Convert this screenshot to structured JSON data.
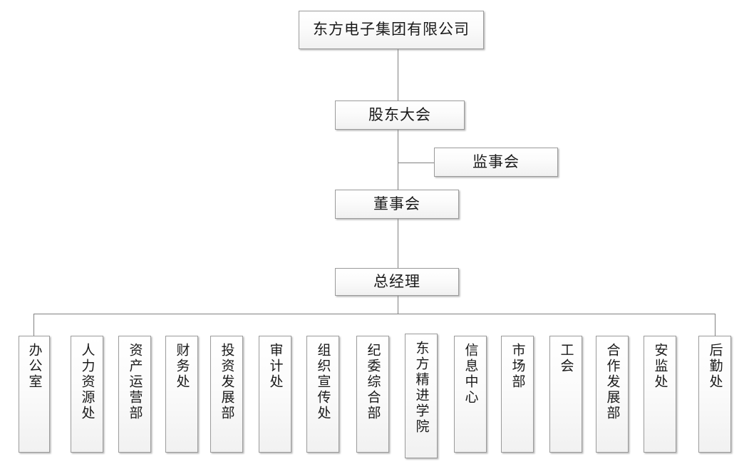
{
  "chart_data": {
    "type": "diagram",
    "title": "东方电子集团有限公司组织结构图",
    "orientation": "top-down",
    "levels": 5,
    "node_count": 20
  },
  "colors": {
    "box_border": "#9b9b9b",
    "box_fill_top": "#ffffff",
    "box_fill_bottom": "#f1f1f1",
    "connector": "#808080",
    "text": "#1a1a1a",
    "background": "#ffffff"
  },
  "company": {
    "label": "东方电子集团有限公司"
  },
  "governance": [
    {
      "label": "股东大会"
    },
    {
      "label": "监事会"
    },
    {
      "label": "董事会"
    }
  ],
  "management": {
    "label": "总经理"
  },
  "departments": [
    {
      "label": "办公室"
    },
    {
      "label": "人力资源处"
    },
    {
      "label": "资产运营部"
    },
    {
      "label": "财务处"
    },
    {
      "label": "投资发展部"
    },
    {
      "label": "审计处"
    },
    {
      "label": "组织宣传处"
    },
    {
      "label": "纪委综合部"
    },
    {
      "label": "东方精进学院"
    },
    {
      "label": "信息中心"
    },
    {
      "label": "市场部"
    },
    {
      "label": "工会"
    },
    {
      "label": "合作发展部"
    },
    {
      "label": "安监处"
    },
    {
      "label": "后勤处"
    }
  ]
}
